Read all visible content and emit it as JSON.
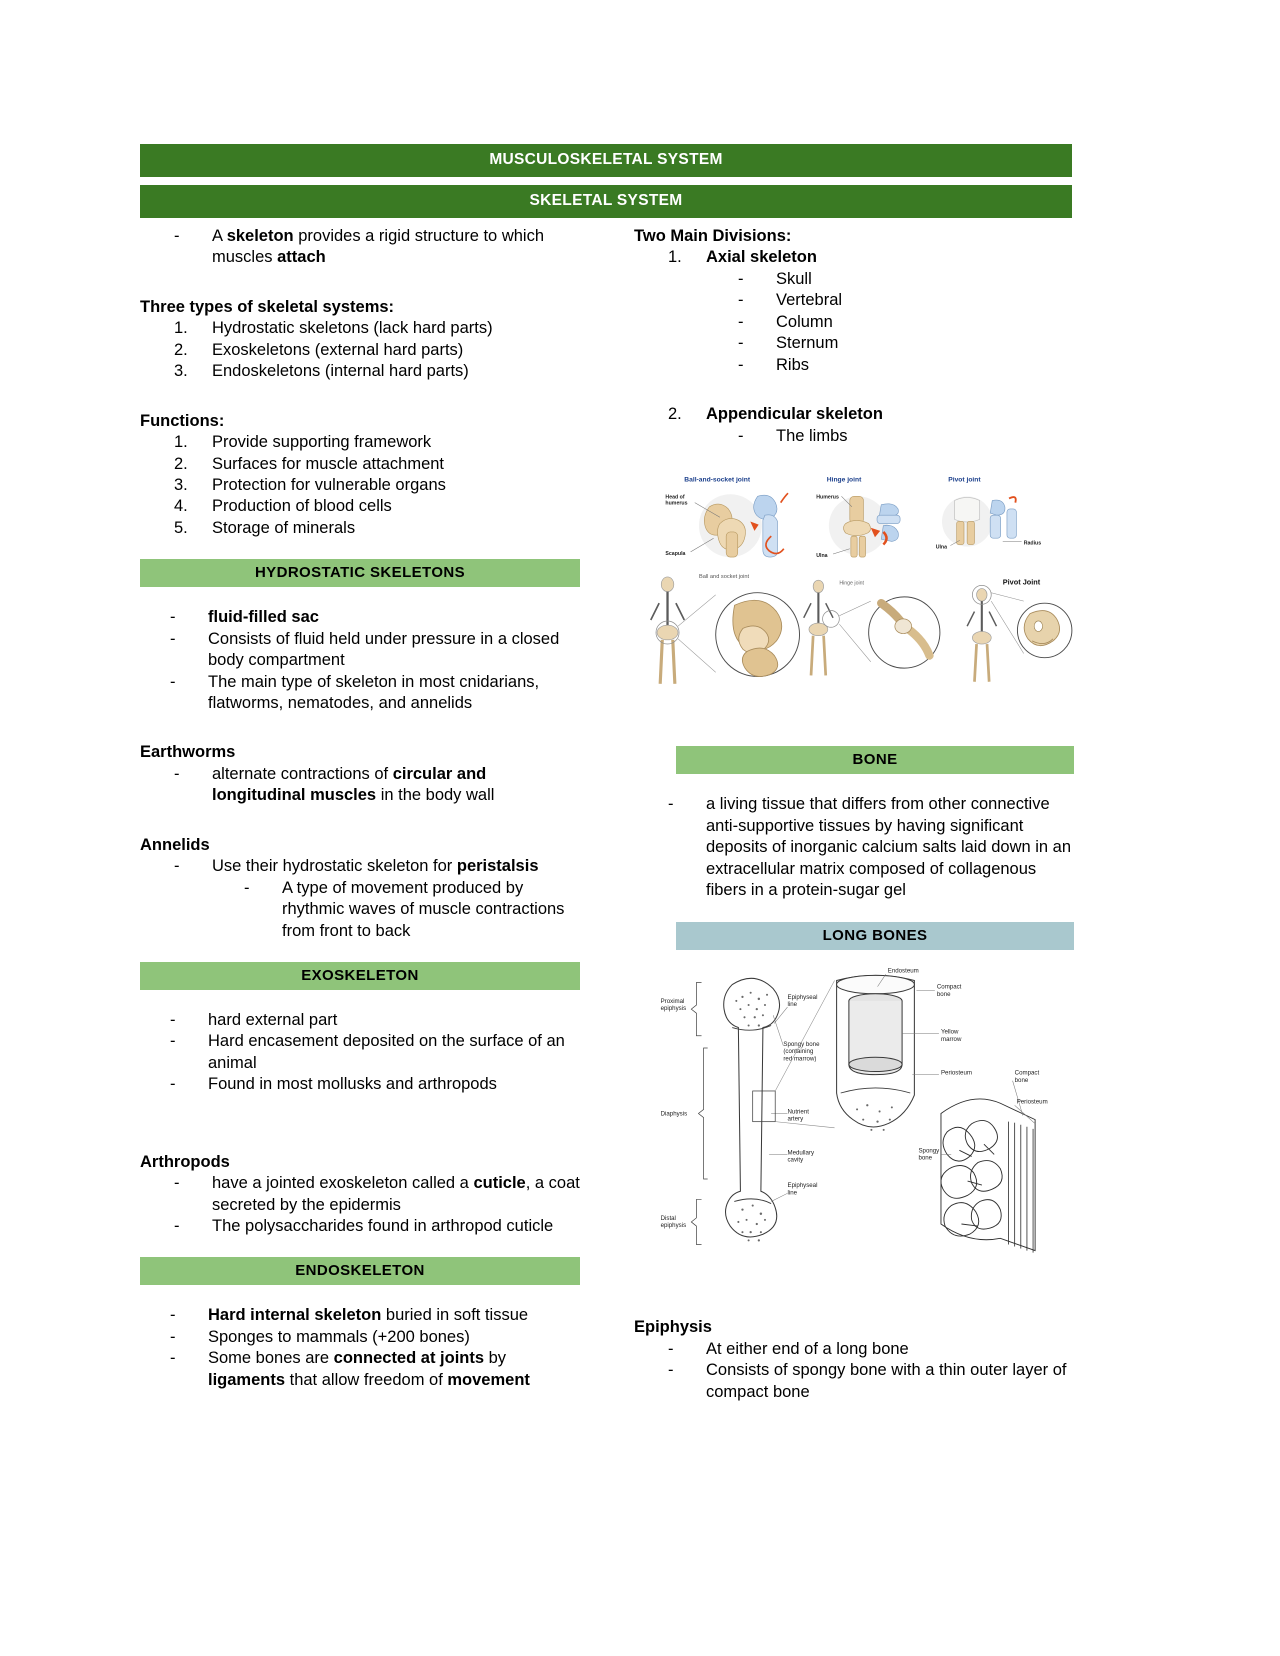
{
  "document": {
    "main_title": "MUSCULOSKELETAL SYSTEM",
    "subtitle": "SKELETAL SYSTEM"
  },
  "colors": {
    "banner_dark_green": "#3a7a23",
    "section_green": "#8fc47a",
    "section_blue": "#a9c8ce",
    "text": "#000000"
  },
  "left_column": {
    "intro": {
      "marker": "-",
      "text_parts": [
        {
          "text": "A ",
          "bold": false
        },
        {
          "text": "skeleton",
          "bold": true
        },
        {
          "text": " provides a rigid structure to which muscles ",
          "bold": false
        },
        {
          "text": "attach",
          "bold": true
        }
      ],
      "plain": "A skeleton provides a rigid structure to which muscles attach"
    },
    "three_types": {
      "heading": "Three types of skeletal systems:",
      "items": [
        {
          "marker": "1.",
          "text": "Hydrostatic skeletons (lack hard parts)"
        },
        {
          "marker": "2.",
          "text": "Exoskeletons (external hard parts)"
        },
        {
          "marker": "3.",
          "text": "Endoskeletons (internal hard parts)"
        }
      ]
    },
    "functions": {
      "heading": "Functions:",
      "items": [
        {
          "marker": "1.",
          "text": "Provide supporting framework"
        },
        {
          "marker": "2.",
          "text": "Surfaces for muscle attachment"
        },
        {
          "marker": "3.",
          "text": "Protection for vulnerable organs"
        },
        {
          "marker": "4.",
          "text": "Production of blood cells"
        },
        {
          "marker": "5.",
          "text": "Storage of minerals"
        }
      ]
    },
    "hydrostatic": {
      "header": "HYDROSTATIC SKELETONS",
      "items": [
        {
          "marker": "-",
          "text": "fluid-filled sac",
          "bold": true
        },
        {
          "marker": "-",
          "text": "Consists of fluid held under pressure in a closed body compartment",
          "bold": false
        },
        {
          "marker": "-",
          "text": "The main type of skeleton in most cnidarians, flatworms, nematodes, and annelids",
          "bold": false
        }
      ]
    },
    "earthworms": {
      "heading": "Earthworms",
      "marker": "-",
      "parts": [
        {
          "text": "alternate contractions of ",
          "bold": false
        },
        {
          "text": "circular and longitudinal muscles",
          "bold": true
        },
        {
          "text": " in the body wall",
          "bold": false
        }
      ]
    },
    "annelids": {
      "heading": "Annelids",
      "marker": "-",
      "parts": [
        {
          "text": "Use their hydrostatic skeleton for ",
          "bold": false
        },
        {
          "text": "peristalsis",
          "bold": true
        }
      ],
      "sub": {
        "marker": "-",
        "text": "A type of movement produced by rhythmic waves of muscle contractions from front to back"
      }
    },
    "exoskeleton": {
      "header": "EXOSKELETON",
      "items": [
        {
          "marker": "-",
          "text": "hard external part"
        },
        {
          "marker": "-",
          "text": "Hard encasement deposited on the surface of an animal"
        },
        {
          "marker": "-",
          "text": "Found in most mollusks and arthropods"
        }
      ]
    },
    "arthropods": {
      "heading": "Arthropods",
      "items": [
        {
          "marker": "-",
          "parts": [
            {
              "text": "have a jointed exoskeleton called a ",
              "bold": false
            },
            {
              "text": "cuticle",
              "bold": true
            },
            {
              "text": ", a coat secreted by the epidermis",
              "bold": false
            }
          ]
        },
        {
          "marker": "-",
          "parts": [
            {
              "text": "The polysaccharides found in arthropod cuticle",
              "bold": false
            }
          ]
        }
      ]
    },
    "endoskeleton": {
      "header": "ENDOSKELETON",
      "items": [
        {
          "marker": "-",
          "parts": [
            {
              "text": "Hard internal skeleton",
              "bold": true
            },
            {
              "text": " buried in soft tissue",
              "bold": false
            }
          ]
        },
        {
          "marker": "-",
          "parts": [
            {
              "text": "Sponges to mammals (+200 bones)",
              "bold": false
            }
          ]
        },
        {
          "marker": "-",
          "parts": [
            {
              "text": "Some bones are ",
              "bold": false
            },
            {
              "text": "connected at joints",
              "bold": true
            },
            {
              "text": " by ",
              "bold": false
            },
            {
              "text": "ligaments",
              "bold": true
            },
            {
              "text": " that allow freedom of ",
              "bold": false
            },
            {
              "text": "movement",
              "bold": true
            }
          ]
        }
      ]
    }
  },
  "right_column": {
    "divisions": {
      "heading": "Two Main Divisions:",
      "axial": {
        "marker": "1.",
        "label": "Axial skeleton",
        "parts": [
          {
            "marker": "-",
            "text": "Skull"
          },
          {
            "marker": "-",
            "text": "Vertebral"
          },
          {
            "marker": "-",
            "text": "Column"
          },
          {
            "marker": "-",
            "text": "Sternum"
          },
          {
            "marker": "-",
            "text": "Ribs"
          }
        ]
      },
      "appendicular": {
        "marker": "2.",
        "label": "Appendicular skeleton",
        "parts": [
          {
            "marker": "-",
            "text": "The limbs"
          }
        ]
      }
    },
    "joint_figure": {
      "caption_top": [
        "Ball-and-socket joint",
        "Hinge joint",
        "Pivot joint"
      ],
      "labels_top": [
        "Head of humerus",
        "Scapula",
        "Humerus",
        "Ulna",
        "Ulna",
        "Radius"
      ],
      "captions_bottom": [
        "Ball and socket joint",
        "Hinge joint",
        "Pivot Joint"
      ]
    },
    "bone": {
      "header": "BONE",
      "marker": "-",
      "text": "a living tissue that differs from other connective anti-supportive tissues by having significant deposits of inorganic calcium salts laid down in an extracellular matrix composed of collagenous fibers in a protein-sugar gel"
    },
    "long_bones": {
      "header": "LONG BONES",
      "figure_labels": [
        "Endosteum",
        "Proximal epiphysis",
        "Epiphyseal line",
        "Compact bone",
        "Yellow marrow",
        "Spongy bone (containing red marrow)",
        "Periosteum",
        "Compact bone",
        "Diaphysis",
        "Periosteum",
        "Nutrient artery",
        "Spongy bone",
        "Medullary cavity",
        "Epiphyseal line",
        "Distal epiphysis"
      ]
    },
    "epiphysis": {
      "heading": "Epiphysis",
      "items": [
        {
          "marker": "-",
          "text": "At either end of a long bone"
        },
        {
          "marker": "-",
          "text": "Consists of spongy bone with a thin outer layer of compact bone"
        }
      ]
    }
  }
}
